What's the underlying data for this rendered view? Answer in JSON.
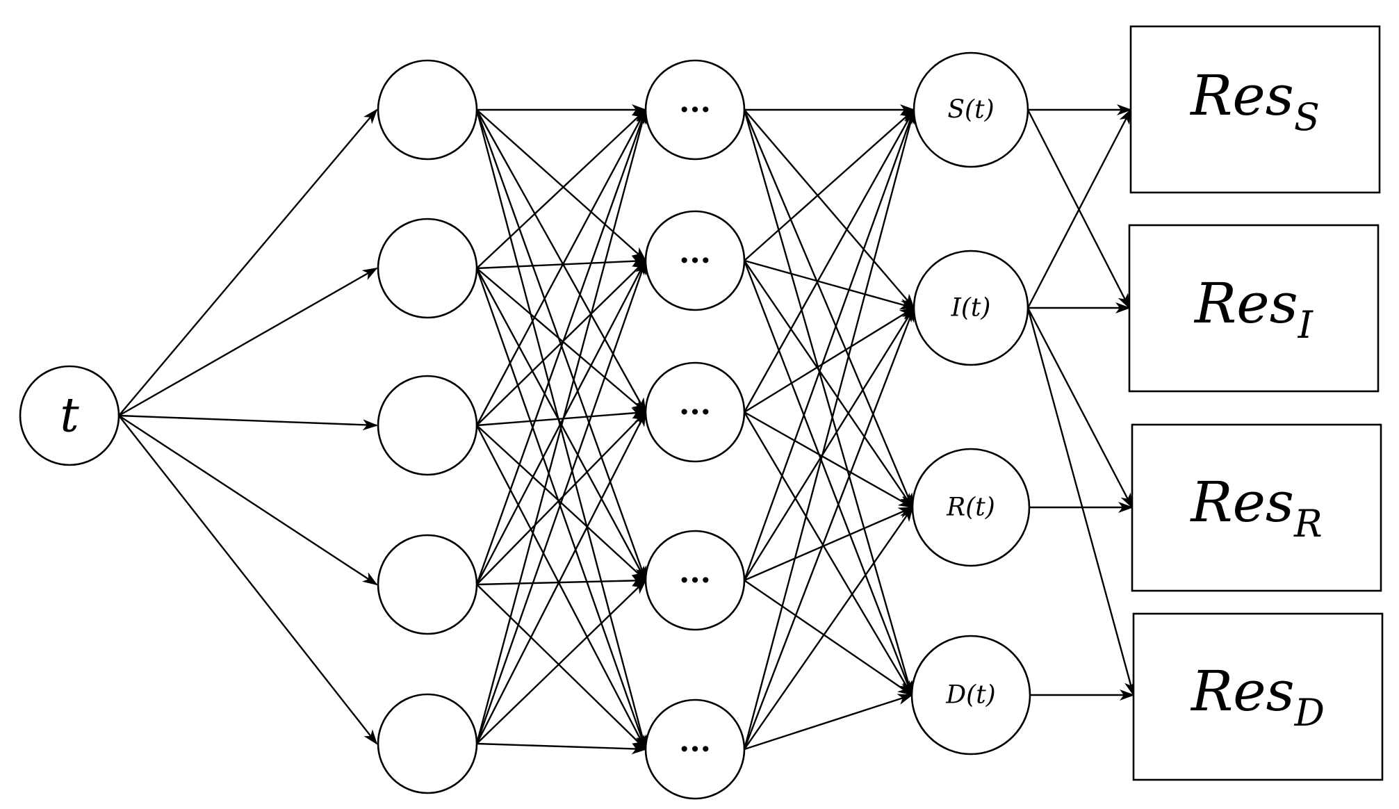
{
  "diagram": {
    "input": {
      "label": "t"
    },
    "hidden_layer_1": {
      "count": 5,
      "labels": [
        "",
        "",
        "",
        "",
        ""
      ]
    },
    "hidden_layer_2": {
      "count": 5,
      "labels": [
        "···",
        "···",
        "···",
        "···",
        "···"
      ]
    },
    "outputs": [
      {
        "label": "S(t)"
      },
      {
        "label": "I(t)"
      },
      {
        "label": "R(t)"
      },
      {
        "label": "D(t)"
      }
    ],
    "residuals": [
      {
        "main": "Res",
        "sub": "S"
      },
      {
        "main": "Res",
        "sub": "I"
      },
      {
        "main": "Res",
        "sub": "R"
      },
      {
        "main": "Res",
        "sub": "D"
      }
    ],
    "residual_links": [
      {
        "from": "S(t)",
        "to": [
          "Res_S",
          "Res_I"
        ]
      },
      {
        "from": "I(t)",
        "to": [
          "Res_S",
          "Res_I",
          "Res_R",
          "Res_D"
        ]
      },
      {
        "from": "R(t)",
        "to": [
          "Res_R"
        ]
      },
      {
        "from": "D(t)",
        "to": [
          "Res_D"
        ]
      }
    ],
    "colors": {
      "stroke": "#000000",
      "fill": "#ffffff"
    }
  }
}
